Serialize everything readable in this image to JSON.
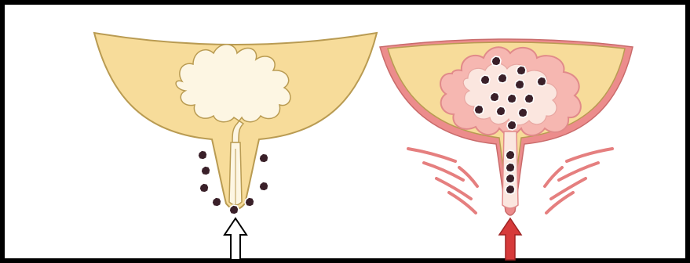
{
  "figure": {
    "panels": [
      {
        "id": "left",
        "bacteria_count": 8,
        "arrow_style": "outline",
        "inflamed": false
      },
      {
        "id": "right",
        "bacteria_count": 17,
        "arrow_style": "filled",
        "inflamed": true
      }
    ],
    "colors": {
      "border": "#000000",
      "tissue": "#f7dc9a",
      "tissue_edge": "#b99b52",
      "duct_fill": "#fdf6e3",
      "inflamed_rim": "#ec8c8c",
      "inflamed_fill": "#f6c3bd",
      "streak": "#e57f7f",
      "arrow_red": "#d63b3b",
      "bacteria_fill": "#3a2029",
      "bacteria_outline": "#ffffff"
    },
    "icons": {
      "left_arrow": "arrow-up-outline-icon",
      "right_arrow": "arrow-up-filled-icon",
      "bacterium": "bacterium-icon"
    }
  }
}
